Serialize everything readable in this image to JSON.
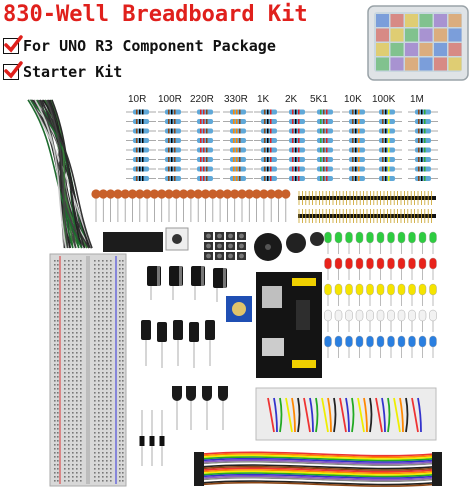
{
  "header": {
    "title": "830-Well Breadboard Kit",
    "bullets": [
      "For UNO R3 Component Package",
      "Starter Kit"
    ]
  },
  "resistor_labels": [
    "10R",
    "100R",
    "220R",
    "330R",
    "1K",
    "2K",
    "5K1",
    "10K",
    "100K",
    "1M"
  ],
  "colors": {
    "title_red": "#e0201c",
    "check_red": "#e0201c",
    "led_colors": [
      "#2ecc40",
      "#e8231b",
      "#f5e400",
      "#f2f2f2",
      "#2a7fe0"
    ]
  }
}
